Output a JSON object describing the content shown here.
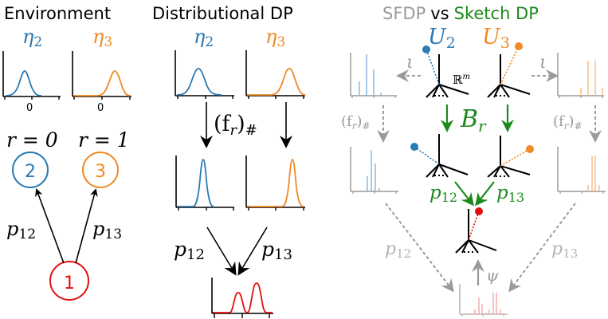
{
  "colors": {
    "blue": "#2a7ab5",
    "orange": "#f08a24",
    "red": "#e01010",
    "green": "#1b8a1b",
    "gray": "#9a9a9a",
    "black": "#000000",
    "light_blue": "#7aaedb",
    "light_orange": "#f5b57a",
    "light_red": "#f0a0a0"
  },
  "panels": {
    "environment": {
      "title": "Environment",
      "eta2": "η",
      "eta2_sub": "2",
      "eta3": "η",
      "eta3_sub": "3",
      "tick_zero_left": "0",
      "tick_zero_right": "0",
      "r_left": "r = 0",
      "r_right": "r = 1",
      "node2": "2",
      "node3": "3",
      "node1": "1",
      "p12": "p",
      "p12_sub": "12",
      "p13": "p",
      "p13_sub": "13"
    },
    "distributional": {
      "title": "Distributional DP",
      "eta2": "η",
      "eta2_sub": "2",
      "eta3": "η",
      "eta3_sub": "3",
      "push": "(f",
      "push_sub": "r",
      "push_close": ")",
      "push_hash": "#",
      "p12": "p",
      "p12_sub": "12",
      "p13": "p",
      "p13_sub": "13"
    },
    "sketch": {
      "title_sfdp": "SFDP",
      "title_vs": "vs",
      "title_sketch": "Sketch DP",
      "u2": "U",
      "u2_sub": "2",
      "u3": "U",
      "u3_sub": "3",
      "iota_left": "ι",
      "iota_right": "ι",
      "rm": "ℝ",
      "rm_sup": "m",
      "push_left": "(f",
      "push_left_sub": "r",
      "push_left_close": ")",
      "push_left_hash": "#",
      "push_right": "(f",
      "push_right_sub": "r",
      "push_right_close": ")",
      "push_right_hash": "#",
      "br": "B",
      "br_sub": "r",
      "p12_green": "p",
      "p12_green_sub": "12",
      "p13_green": "p",
      "p13_green_sub": "13",
      "p12_gray": "p",
      "p12_gray_sub": "12",
      "p13_gray": "p",
      "p13_gray_sub": "13",
      "psi": "ψ"
    }
  }
}
